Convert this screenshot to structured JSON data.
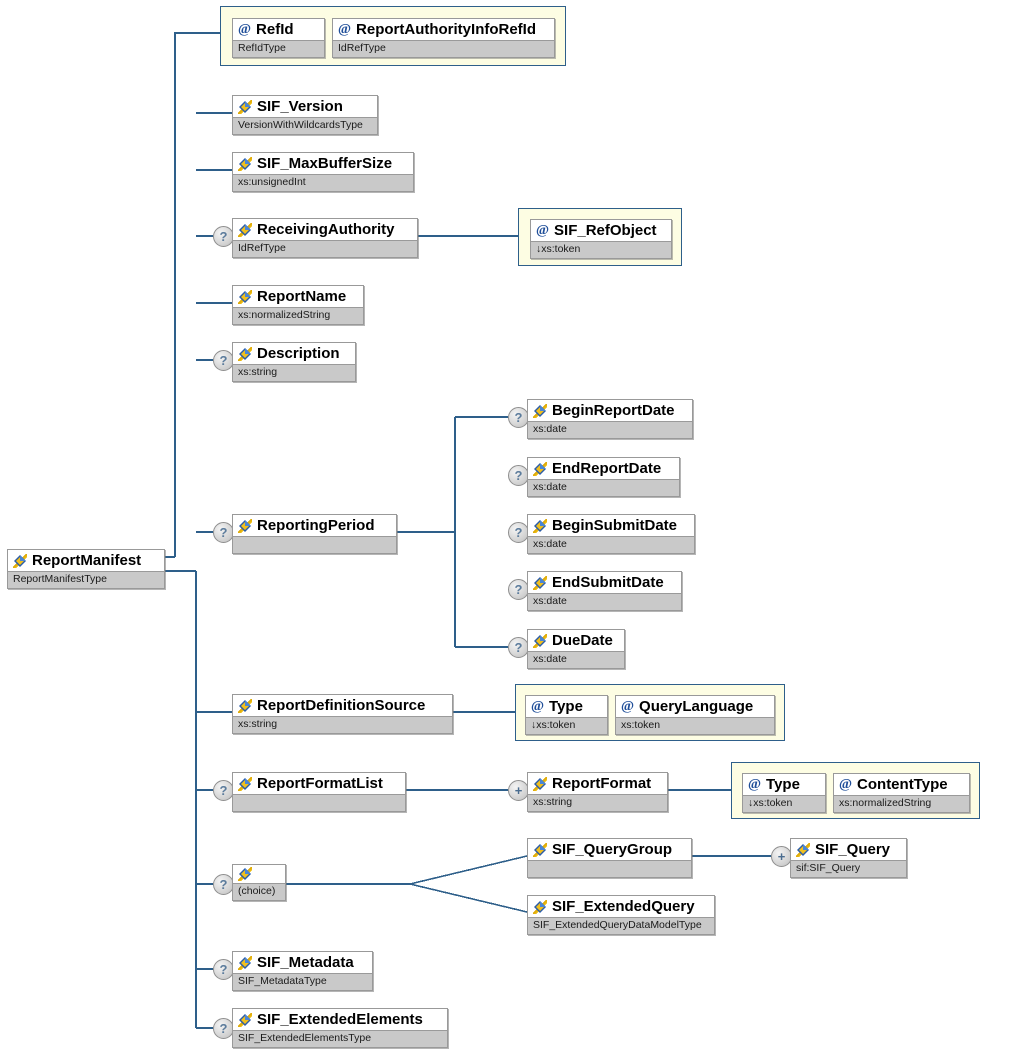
{
  "diagram": {
    "kind": "xsd-element-tree",
    "root": {
      "name": "ReportManifest",
      "type": "ReportManifestType",
      "icon": "element-icon"
    },
    "attribute_group_top": {
      "attributes": [
        {
          "name": "RefId",
          "type": "RefIdType",
          "icon": "attribute-icon"
        },
        {
          "name": "ReportAuthorityInfoRefId",
          "type": "IdRefType",
          "icon": "attribute-icon"
        }
      ]
    },
    "children": [
      {
        "name": "SIF_Version",
        "type": "VersionWithWildcardsType",
        "icon": "element-icon",
        "occurrence": ""
      },
      {
        "name": "SIF_MaxBufferSize",
        "type": "xs:unsignedInt",
        "icon": "element-icon",
        "occurrence": ""
      },
      {
        "name": "ReceivingAuthority",
        "type": "IdRefType",
        "icon": "element-icon",
        "occurrence": "?"
      },
      {
        "name": "ReportName",
        "type": "xs:normalizedString",
        "icon": "element-icon",
        "occurrence": ""
      },
      {
        "name": "Description",
        "type": "xs:string",
        "icon": "element-icon",
        "occurrence": "?"
      },
      {
        "name": "ReportingPeriod",
        "type": "",
        "icon": "element-icon",
        "occurrence": "?"
      },
      {
        "name": "ReportDefinitionSource",
        "type": "xs:string",
        "icon": "element-icon",
        "occurrence": ""
      },
      {
        "name": "ReportFormatList",
        "type": "",
        "icon": "element-icon",
        "occurrence": "?"
      },
      {
        "name": "(choice)",
        "type": "(choice)",
        "icon": "element-icon",
        "occurrence": "?"
      },
      {
        "name": "SIF_Metadata",
        "type": "SIF_MetadataType",
        "icon": "element-icon",
        "occurrence": "?"
      },
      {
        "name": "SIF_ExtendedElements",
        "type": "SIF_ExtendedElementsType",
        "icon": "element-icon",
        "occurrence": "?"
      }
    ],
    "receiving_authority_attributes": [
      {
        "name": "SIF_RefObject",
        "type": "↓xs:token",
        "icon": "attribute-icon"
      }
    ],
    "reporting_period_children": [
      {
        "name": "BeginReportDate",
        "type": "xs:date",
        "icon": "element-icon",
        "occurrence": "?"
      },
      {
        "name": "EndReportDate",
        "type": "xs:date",
        "icon": "element-icon",
        "occurrence": "?"
      },
      {
        "name": "BeginSubmitDate",
        "type": "xs:date",
        "icon": "element-icon",
        "occurrence": "?"
      },
      {
        "name": "EndSubmitDate",
        "type": "xs:date",
        "icon": "element-icon",
        "occurrence": "?"
      },
      {
        "name": "DueDate",
        "type": "xs:date",
        "icon": "element-icon",
        "occurrence": "?"
      }
    ],
    "report_definition_source_attributes": [
      {
        "name": "Type",
        "type": "↓xs:token",
        "icon": "attribute-icon"
      },
      {
        "name": "QueryLanguage",
        "type": "xs:token",
        "icon": "attribute-icon"
      }
    ],
    "report_format_list_children": [
      {
        "name": "ReportFormat",
        "type": "xs:string",
        "icon": "element-icon",
        "occurrence": "+"
      }
    ],
    "report_format_attributes": [
      {
        "name": "Type",
        "type": "↓xs:token",
        "icon": "attribute-icon"
      },
      {
        "name": "ContentType",
        "type": "xs:normalizedString",
        "icon": "attribute-icon"
      }
    ],
    "choice_children": [
      {
        "name": "SIF_QueryGroup",
        "type": "",
        "icon": "element-icon",
        "occurrence": ""
      },
      {
        "name": "SIF_ExtendedQuery",
        "type": "SIF_ExtendedQueryDataModelType",
        "icon": "element-icon",
        "occurrence": ""
      }
    ],
    "query_group_children": [
      {
        "name": "SIF_Query",
        "type": "sif:SIF_Query",
        "icon": "element-icon",
        "occurrence": "+"
      }
    ],
    "colors": {
      "connector": "#2e5f8a",
      "attribute_group_fill": "#fdfde3",
      "attribute_group_border": "#2e5f8a",
      "type_row_fill": "#c9c9c9",
      "title_fill": "#ffffff",
      "box_border": "#999999",
      "attribute_glyph": "#1f4e99",
      "occurrence_text": "#5c7c9c"
    }
  }
}
